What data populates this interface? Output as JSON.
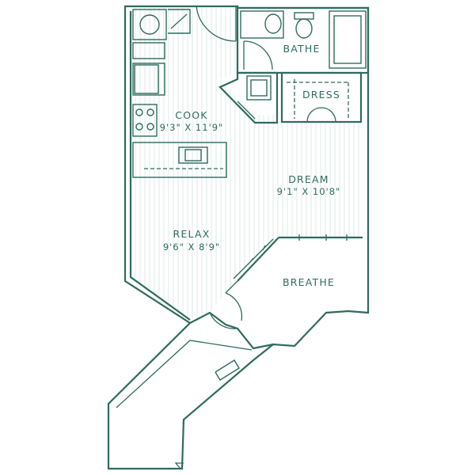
{
  "rooms": {
    "cook": {
      "name": "COOK",
      "dims": "9'3\" X 11'9\""
    },
    "bathe": {
      "name": "BATHE"
    },
    "dress": {
      "name": "DRESS"
    },
    "dream": {
      "name": "DREAM",
      "dims": "9'1\" X 10'8\""
    },
    "relax": {
      "name": "RELAX",
      "dims": "9'6\" X 8'9\""
    },
    "breathe": {
      "name": "BREATHE"
    }
  },
  "colors": {
    "line": "#2f6b5e",
    "floor_stripes": "#dcebe6",
    "background": "#ffffff"
  }
}
